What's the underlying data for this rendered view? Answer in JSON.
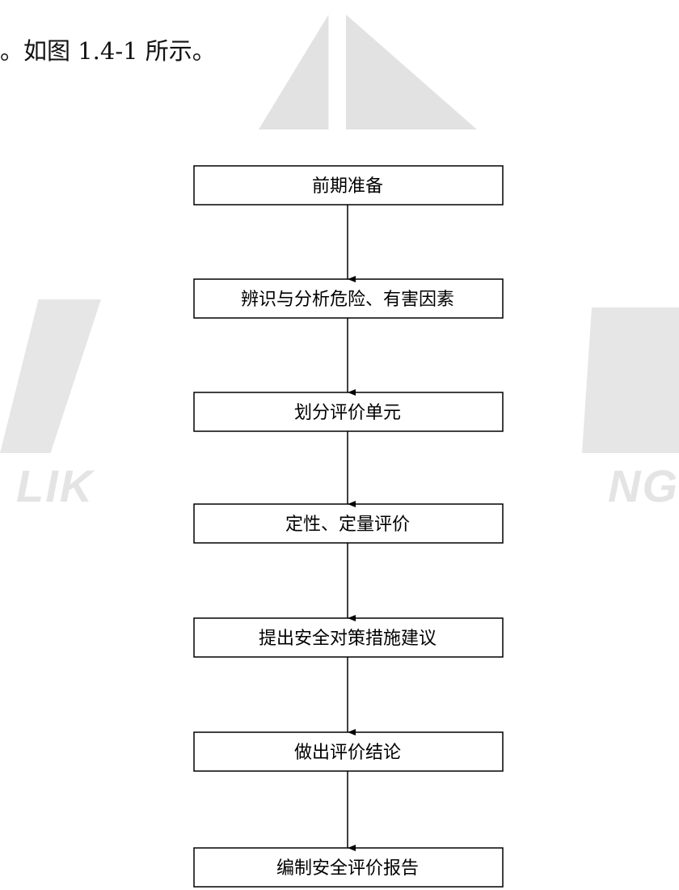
{
  "intro_text": "。如图 1.4-1 所示。",
  "watermark": {
    "left_text": "LIK",
    "right_text": "NG"
  },
  "flowchart": {
    "steps": [
      "前期准备",
      "辨识与分析危险、有害因素",
      "划分评价单元",
      "定性、定量评价",
      "提出安全对策措施建议",
      "做出评价结论",
      "编制安全评价报告"
    ]
  },
  "colors": {
    "box_border": "#000000",
    "watermark": "#e4e4e4"
  }
}
